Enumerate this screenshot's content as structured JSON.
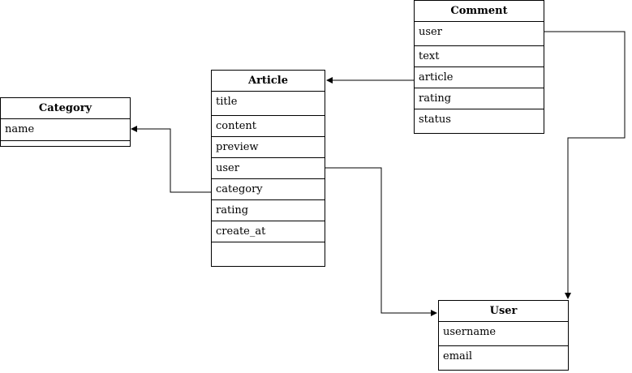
{
  "entities": {
    "comment": {
      "title": "Comment",
      "primary": "user",
      "fields": [
        "text",
        "article",
        "rating",
        "status"
      ]
    },
    "article": {
      "title": "Article",
      "primary": "title",
      "fields": [
        "content",
        "preview",
        "user",
        "category",
        "rating",
        "create_at"
      ]
    },
    "category": {
      "title": "Category",
      "primary": "name",
      "fields": []
    },
    "user": {
      "title": "User",
      "primary": "username",
      "fields": [
        "email"
      ]
    }
  },
  "relations": [
    {
      "from": "comment.user",
      "to": "user"
    },
    {
      "from": "comment.article",
      "to": "article"
    },
    {
      "from": "article.user",
      "to": "user"
    },
    {
      "from": "article.category",
      "to": "category.name"
    }
  ],
  "colors": {
    "line": "#000000",
    "background": "#ffffff"
  }
}
